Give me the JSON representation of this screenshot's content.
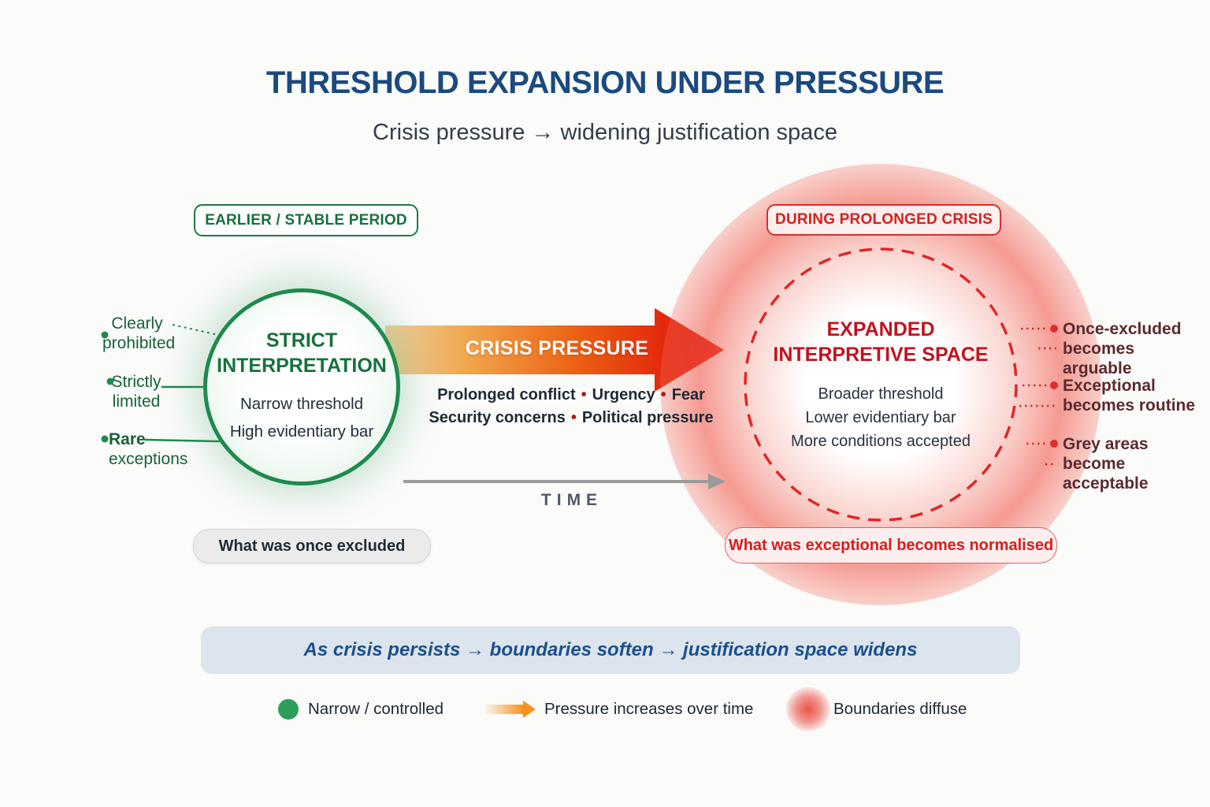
{
  "header": {
    "title": "THRESHOLD EXPANSION UNDER PRESSURE",
    "subtitle": "Crisis pressure → widening justification space"
  },
  "left_period": {
    "tag": "EARLIER / STABLE PERIOD",
    "circle": {
      "title_line1": "STRICT",
      "title_line2": "INTERPRETATION",
      "body_line1": "Narrow threshold",
      "body_line2": "High evidentiary bar"
    },
    "annotations": [
      {
        "line1": "Clearly",
        "line2": "prohibited"
      },
      {
        "line1": "Strictly",
        "line2": "limited"
      },
      {
        "line1": "Rare",
        "line2": "exceptions"
      }
    ],
    "pill": "What was once excluded"
  },
  "pressure_arrow": {
    "label": "CRISIS PRESSURE",
    "separator": "•",
    "factors_row1": [
      "Prolonged conflict",
      "Urgency",
      "Fear"
    ],
    "factors_row2": [
      "Security concerns",
      "Political pressure"
    ]
  },
  "time_axis": {
    "label": "TIME"
  },
  "right_period": {
    "tag": "DURING PROLONGED CRISIS",
    "circle": {
      "title_line1": "EXPANDED",
      "title_line2": "INTERPRETIVE SPACE",
      "body_line1": "Broader threshold",
      "body_line2": "Lower evidentiary bar",
      "body_line3": "More conditions accepted"
    },
    "annotations": [
      {
        "line1": "Once-excluded",
        "line2": "becomes arguable"
      },
      {
        "line1": "Exceptional",
        "line2": "becomes routine"
      },
      {
        "line1": "Grey areas",
        "line2": "become acceptable"
      }
    ],
    "pill": "What was exceptional becomes normalised"
  },
  "banner": {
    "text": "As crisis persists → boundaries soften → justification space widens"
  },
  "legend": {
    "items": [
      {
        "icon": "green-circle-icon",
        "label": "Narrow / controlled"
      },
      {
        "icon": "orange-arrow-icon",
        "label": "Pressure increases over time"
      },
      {
        "icon": "red-diffuse-icon",
        "label": "Boundaries diffuse"
      }
    ]
  },
  "colors": {
    "title_blue": "#1b4a7e",
    "green_dark": "#15713c",
    "green_border": "#1e8a4c",
    "red_tag": "#d42020",
    "crimson": "#c1121f",
    "maroon_text": "#5b2a2f",
    "navy_text": "#1d2936",
    "arrow_gradient_start": "#f0d3a2",
    "arrow_gradient_end": "#de0f07",
    "banner_bg": "#dce4ee",
    "banner_text": "#1b4f8e"
  }
}
